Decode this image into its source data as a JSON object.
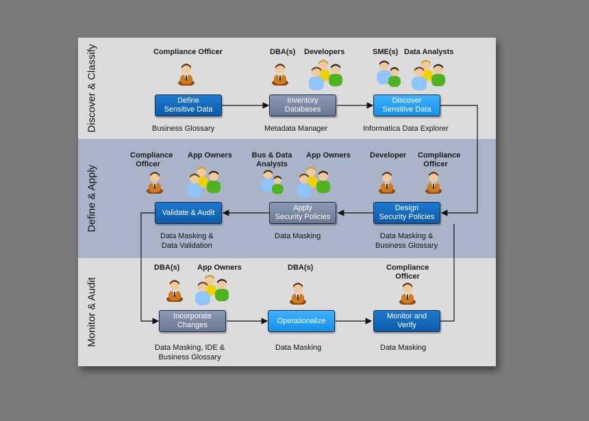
{
  "bands": {
    "discover": "Discover & Classify",
    "define": "Define & Apply",
    "monitor": "Monitor & Audit"
  },
  "roles": {
    "r1": "Compliance Officer",
    "r2": "DBA(s)",
    "r3": "Developers",
    "r4": "SME(s)",
    "r5": "Data Analysts",
    "r6a": "Compliance",
    "r6b": "Officer",
    "r7": "App Owners",
    "r8a": "Bus & Data",
    "r8b": "Analysts",
    "r9": "App Owners",
    "r10": "Developer",
    "r11a": "Compliance",
    "r11b": "Officer",
    "r12": "DBA(s)",
    "r13": "App Owners",
    "r14": "DBA(s)",
    "r15a": "Compliance",
    "r15b": "Officer"
  },
  "steps": {
    "s1a": "Define",
    "s1b": "Sensitive Data",
    "s2a": "Inventory",
    "s2b": "Databases",
    "s3a": "Discover",
    "s3b": "Sensitive  Data",
    "s4a": "Validate & Audit",
    "s5a": "Apply",
    "s5b": "Security Policies",
    "s6a": "Design",
    "s6b": "Security Policies",
    "s7a": "Incorporate",
    "s7b": "Changes",
    "s8a": "Operationalize",
    "s9a": "Monitor and",
    "s9b": "Verify"
  },
  "tools": {
    "t1": "Business Glossary",
    "t2": "Metadata Manager",
    "t3": "Informatica Data Explorer",
    "t4a": "Data Masking &",
    "t4b": "Data Validation",
    "t5": "Data Masking",
    "t6a": "Data Masking &",
    "t6b": "Business Glossary",
    "t7a": "Data Masking, IDE &",
    "t7b": "Business Glossary",
    "t8": "Data Masking",
    "t9": "Data Masking"
  },
  "colors": {
    "dark_box": "#0b5ba8",
    "gray_box": "#6a7893",
    "light_box": "#1690e6",
    "band_light": "#dcdcdc",
    "band_blue": "#a9b4c8"
  }
}
